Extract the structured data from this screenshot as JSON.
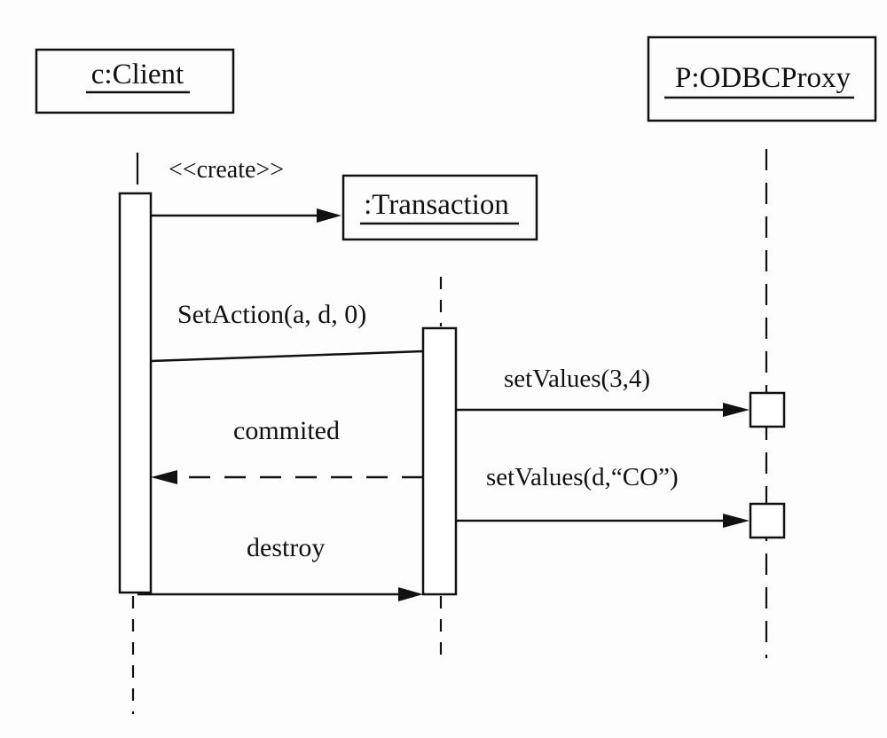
{
  "diagram": {
    "objects": {
      "client": "c:Client",
      "transaction": ":Transaction",
      "proxy": "P:ODBCProxy"
    },
    "messages": {
      "create": "<<create>>",
      "set_action": "SetAction(a, d, 0)",
      "set_values_1": "setValues(3,4)",
      "committed": "commited",
      "set_values_2": "setValues(d,“CO”)",
      "destroy": "destroy"
    }
  }
}
